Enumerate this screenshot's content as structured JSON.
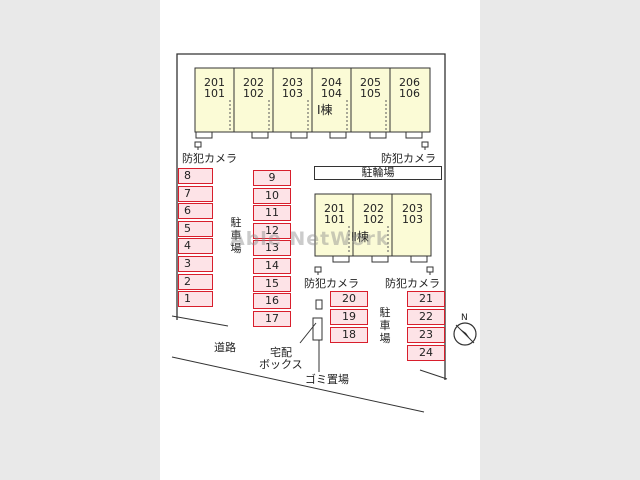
{
  "building1": {
    "label": "Ⅰ棟",
    "units": [
      {
        "top": "201",
        "bottom": "101"
      },
      {
        "top": "202",
        "bottom": "102"
      },
      {
        "top": "203",
        "bottom": "103"
      },
      {
        "top": "204",
        "bottom": "104"
      },
      {
        "top": "205",
        "bottom": "105"
      },
      {
        "top": "206",
        "bottom": "106"
      }
    ]
  },
  "building2": {
    "label": "Ⅱ棟",
    "units": [
      {
        "top": "201",
        "bottom": "101"
      },
      {
        "top": "202",
        "bottom": "102"
      },
      {
        "top": "203",
        "bottom": "103"
      }
    ]
  },
  "labels": {
    "camera": "防犯カメラ",
    "bicycle_parking": "駐輪場",
    "parking": "駐車場",
    "road": "道路",
    "delivery_box_line1": "宅配",
    "delivery_box_line2": "ボックス",
    "garbage": "ゴミ置場",
    "watermark": "Able NetWork",
    "north": "N"
  },
  "parking": {
    "left_column": [
      "8",
      "7",
      "6",
      "5",
      "4",
      "3",
      "2",
      "1"
    ],
    "middle_column": [
      "9",
      "10",
      "11",
      "12",
      "13",
      "14",
      "15",
      "16",
      "17"
    ],
    "center_column": [
      "20",
      "19",
      "18"
    ],
    "right_column": [
      "21",
      "22",
      "23",
      "24"
    ]
  },
  "colors": {
    "building_fill": "#fbfbd6",
    "stall_fill": "#fde3e7",
    "stall_border": "#d81e2c"
  }
}
